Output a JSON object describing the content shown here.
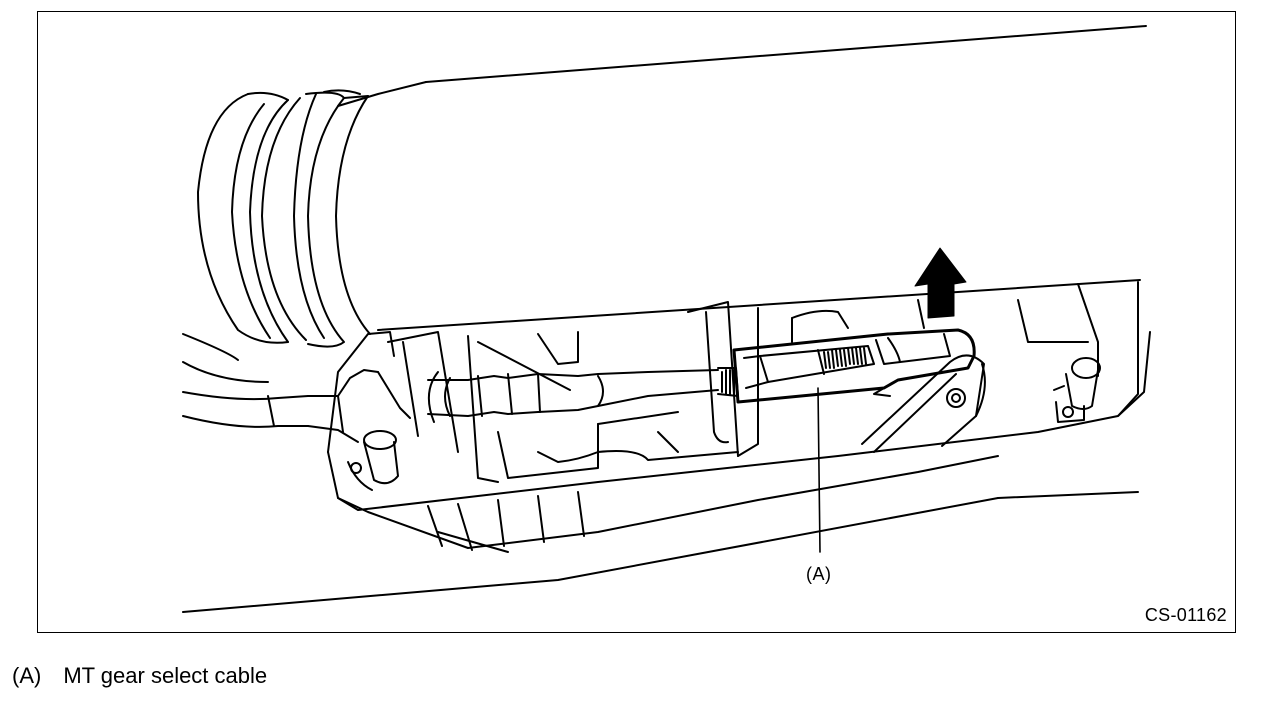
{
  "figure": {
    "callout_label": "(A)",
    "figure_code": "CS-01162"
  },
  "legend": {
    "key": "(A)",
    "text": "MT gear select cable"
  },
  "colors": {
    "line": "#000000",
    "background": "#ffffff"
  },
  "icons": {
    "direction_arrow": "arrow-up-icon"
  }
}
